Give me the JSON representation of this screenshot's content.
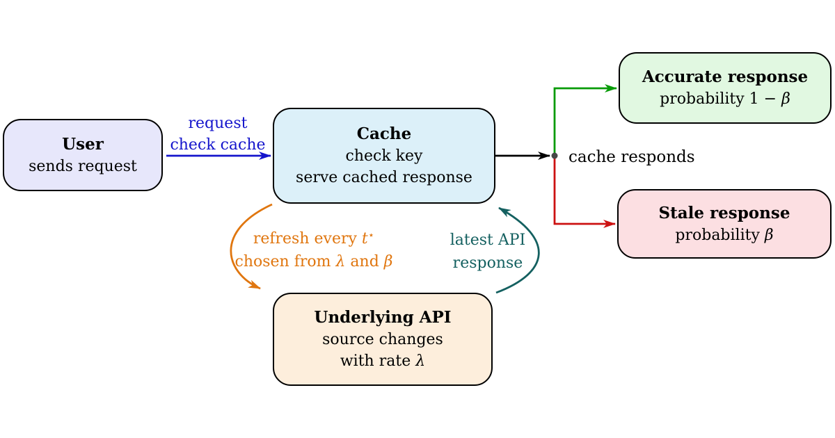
{
  "colors": {
    "background": "#ffffff",
    "node_border": "#000000",
    "text": "#000000",
    "blue": "#1414cc",
    "green": "#089b08",
    "red": "#cc1111",
    "orange": "#e0760f",
    "teal": "#146060",
    "junction_dot": "#474747",
    "user_fill": "#e7e7fb",
    "cache_fill": "#dcf0f9",
    "accurate_fill": "#e1f8e1",
    "stale_fill": "#fcdfe2",
    "api_fill": "#fdeedc"
  },
  "nodes": {
    "user": {
      "title": "User",
      "line1": "sends request"
    },
    "cache": {
      "title": "Cache",
      "line1": "check key",
      "line2": "serve cached response"
    },
    "accurate": {
      "title": "Accurate response",
      "line1": [
        {
          "t": "probability 1 − "
        },
        {
          "t": "β",
          "i": true
        }
      ]
    },
    "stale": {
      "title": "Stale response",
      "line1": [
        {
          "t": "probability "
        },
        {
          "t": "β",
          "i": true
        }
      ]
    },
    "api": {
      "title": "Underlying API",
      "line1": "source changes",
      "line2": [
        {
          "t": "with rate "
        },
        {
          "t": "λ",
          "i": true
        }
      ]
    }
  },
  "edge_labels": {
    "request": {
      "line1": "request",
      "line2": "check cache"
    },
    "cache_responds": "cache responds",
    "refresh": {
      "line1": [
        {
          "t": "refresh every "
        },
        {
          "t": "t",
          "i": true
        },
        {
          "t": "⋆",
          "sup": true
        }
      ],
      "line2": [
        {
          "t": "chosen from "
        },
        {
          "t": "λ",
          "i": true
        },
        {
          "t": " and "
        },
        {
          "t": "β",
          "i": true
        }
      ]
    },
    "latest": {
      "line1": "latest API",
      "line2": "response"
    }
  }
}
